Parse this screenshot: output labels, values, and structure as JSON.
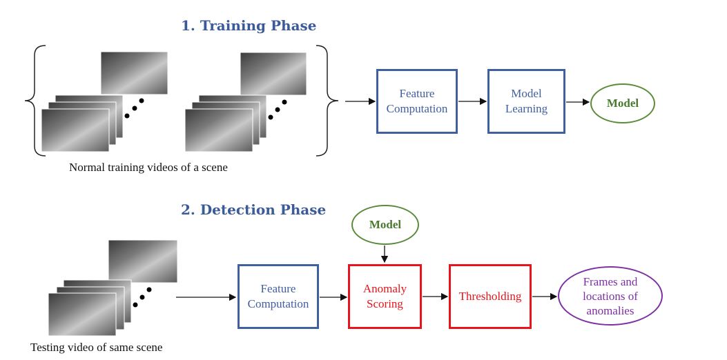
{
  "training": {
    "title": "1. Training Phase",
    "caption": "Normal training videos of a scene",
    "feature_box": "Feature\nComputation",
    "learning_box": "Model\nLearning",
    "model_ellipse": "Model"
  },
  "detection": {
    "title": "2. Detection Phase",
    "caption": "Testing video of same scene",
    "model_ellipse": "Model",
    "feature_box": "Feature\nComputation",
    "scoring_box": "Anomaly\nScoring",
    "threshold_box": "Thresholding",
    "output_ellipse": "Frames and\nlocations of\nanomalies"
  },
  "colors": {
    "title_blue": "#3b5a9a",
    "box_blue": "#3f5fa0",
    "box_red": "#e8141b",
    "model_green": "#5a8a3a",
    "output_purple": "#7d2fa3"
  }
}
